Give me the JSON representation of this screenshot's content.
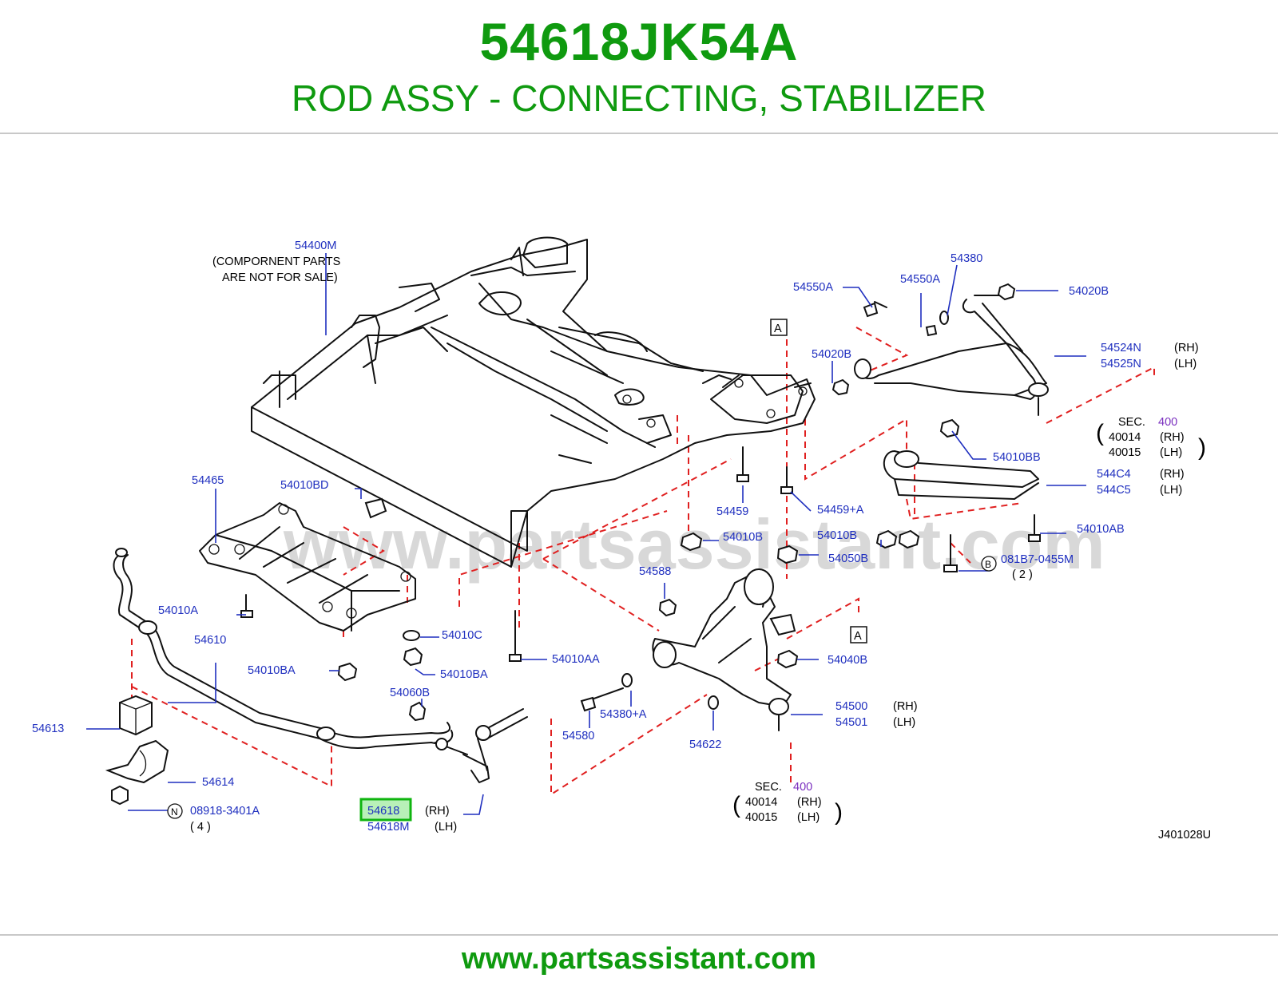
{
  "header": {
    "part_number": "54618JK54A",
    "description": "ROD ASSY - CONNECTING, STABILIZER"
  },
  "footer": {
    "url": "www.partsassistant.com"
  },
  "diagram": {
    "watermark": "www.partsassistant.com",
    "figure_code": "J401028U",
    "accent_green": "#0f9a0f",
    "label_blue": "#1f2fbf",
    "dashed_red": "#e02020",
    "highlight_part": "54618",
    "labels": {
      "l54400M": "54400M",
      "compo1": "(COMPORNENT   PARTS",
      "compo2": "ARE   NOT   FOR   SALE)",
      "l54550A_1": "54550A",
      "l54550A_2": "54550A",
      "l54380": "54380",
      "l54020B_1": "54020B",
      "l54020B_2": "54020B",
      "l54524N": "54524N",
      "l54525N": "54525N",
      "rh": "(RH)",
      "lh": "(LH)",
      "sec": "SEC.",
      "sec_num": "400",
      "l40014": "40014",
      "l40015": "40015",
      "l54010BB": "54010BB",
      "l544C4": "544C4",
      "l544C5": "544C5",
      "l54010AB": "54010AB",
      "l54465": "54465",
      "l54010BD": "54010BD",
      "l54459": "54459",
      "l54459A": "54459+A",
      "l54010B_1": "54010B",
      "l54010B_2": "54010B",
      "l54050B": "54050B",
      "l081B7": "081B7-0455M",
      "qty2": "( 2 )",
      "circB": "B",
      "l54588": "54588",
      "l54010A": "54010A",
      "l54010C": "54010C",
      "l54610": "54610",
      "l54010BA_1": "54010BA",
      "l54010BA_2": "54010BA",
      "l54010AA": "54010AA",
      "l54040B": "54040B",
      "l54060B": "54060B",
      "l54613": "54613",
      "l54380A": "54380+A",
      "l54500": "54500",
      "l54501": "54501",
      "l54580": "54580",
      "l54622": "54622",
      "l54614": "54614",
      "circN": "N",
      "l08918": "08918-3401A",
      "qty4": "( 4 )",
      "l54618": "54618",
      "l54618M": "54618M",
      "boxA": "A"
    }
  }
}
